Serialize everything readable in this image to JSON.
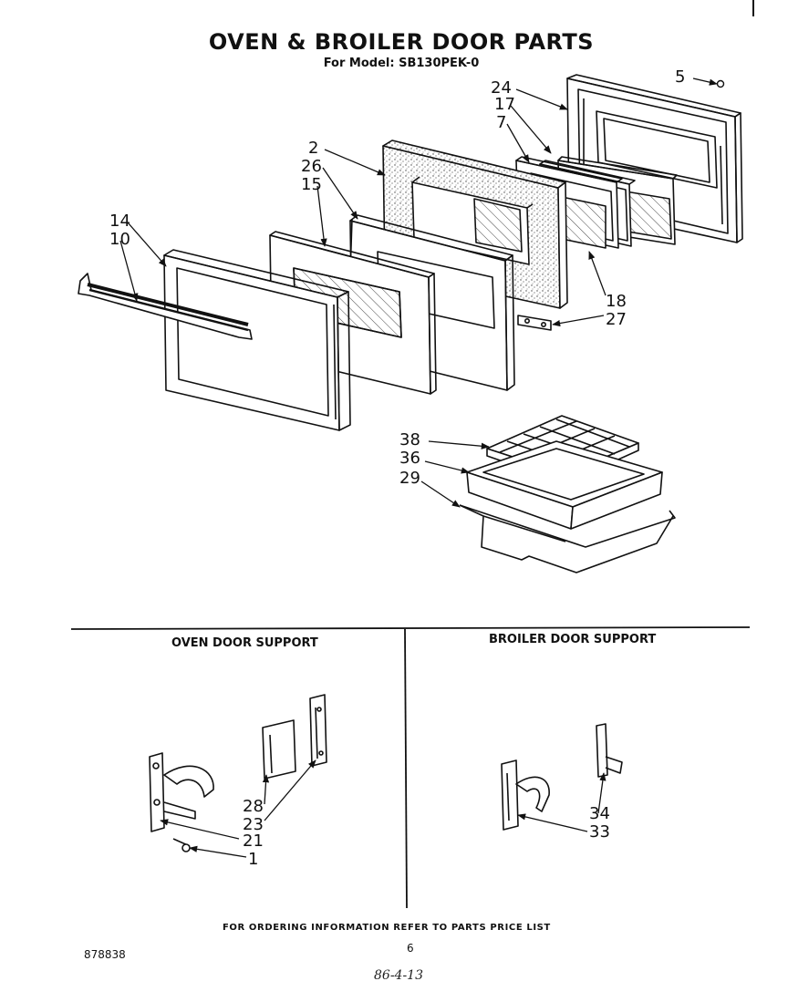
{
  "header": {
    "title": "OVEN & BROILER DOOR PARTS",
    "model_line": "For Model: SB130PEK-0"
  },
  "callouts": {
    "p5": "5",
    "p24": "24",
    "p17": "17",
    "p7": "7",
    "p2": "2",
    "p26": "26",
    "p15": "15",
    "p14": "14",
    "p10": "10",
    "p18": "18",
    "p27": "27",
    "p38": "38",
    "p36": "36",
    "p29": "29",
    "p28": "28",
    "p23": "23",
    "p21": "21",
    "p1": "1",
    "p34": "34",
    "p33": "33"
  },
  "sections": {
    "oven_support": "OVEN DOOR SUPPORT",
    "broiler_support": "BROILER DOOR SUPPORT"
  },
  "footer": {
    "ordering_note": "FOR ORDERING INFORMATION REFER TO PARTS PRICE LIST",
    "document_number": "878838",
    "page_number": "6",
    "handwritten_date": "86-4-13"
  }
}
